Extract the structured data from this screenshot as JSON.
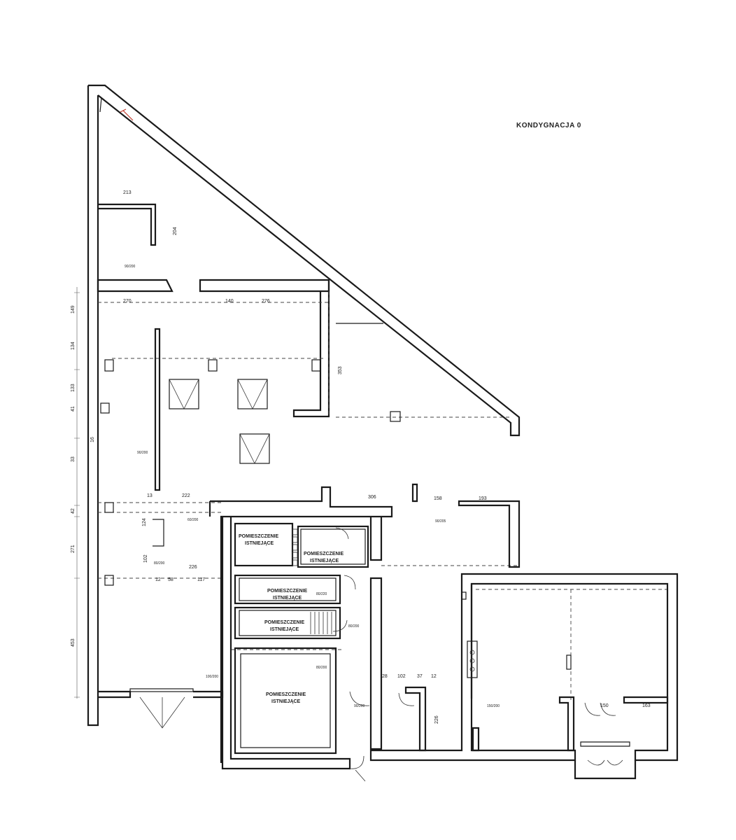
{
  "title": "KONDYGNACJA 0",
  "rooms": [
    {
      "line1": "POMIESZCZENIE",
      "line2": "ISTNIEJĄCE"
    },
    {
      "line1": "POMIESZCZENIE",
      "line2": "ISTNIEJĄCE"
    },
    {
      "line1": "POMIESZCZENIE",
      "line2": "ISTNIEJĄCE"
    },
    {
      "line1": "POMIESZCZENIE",
      "line2": "ISTNIEJĄCE"
    },
    {
      "line1": "POMIESZCZENIE",
      "line2": "ISTNIEJĄCE"
    }
  ],
  "dimensions": {
    "d213": "213",
    "d204": "204",
    "d270": "270",
    "d140": "140",
    "d276": "276",
    "d353": "353",
    "d306": "306",
    "d222": "222",
    "d158": "158",
    "d193": "193",
    "d226": "226",
    "d102": "102",
    "d13": "13",
    "d124": "124",
    "d12": "12",
    "d58": "58",
    "d117": "117",
    "d28": "28",
    "d37": "37",
    "d150": "150",
    "d163": "163",
    "d453": "453",
    "d271": "271",
    "d42": "42",
    "d33": "33",
    "d16": "16",
    "d41": "41",
    "d133": "133",
    "d134": "134",
    "d149": "149"
  },
  "door_sizes": {
    "s90_200": "90/200",
    "s80_200": "80/200",
    "s80_220": "80/220",
    "s100_200": "100/200",
    "s150_200": "150/200",
    "s60_200": "60/200",
    "s90_205": "90/205"
  }
}
